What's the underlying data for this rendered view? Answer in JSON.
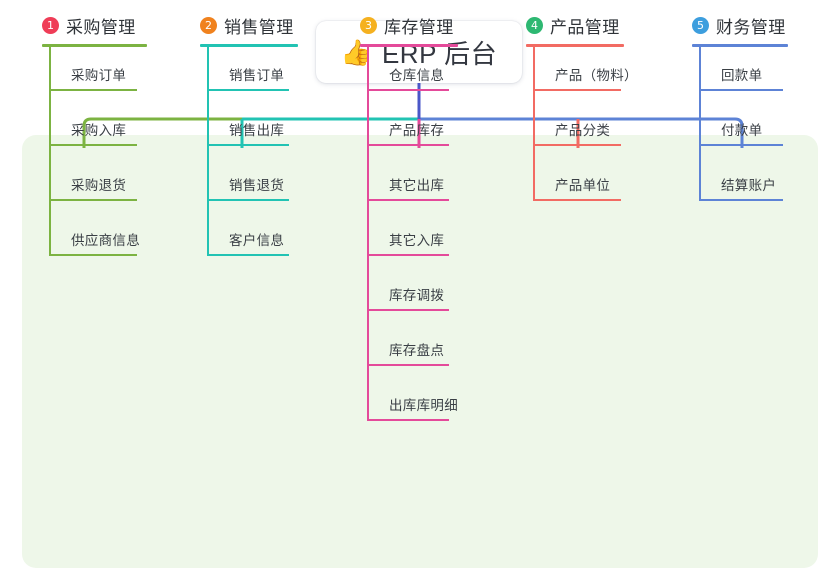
{
  "diagram": {
    "type": "mind-map",
    "root": {
      "icon": "thumbs-up-icon",
      "icon_glyph": "👍",
      "label": "ERP 后台"
    },
    "panel_color": "#eef7e9",
    "trunk_color": "#4a57c8",
    "branches": [
      {
        "index": "1",
        "label": "采购管理",
        "color": "#7cb342",
        "badge_color": "#ef3d57",
        "children": [
          "采购订单",
          "采购入库",
          "采购退货",
          "供应商信息"
        ]
      },
      {
        "index": "2",
        "label": "销售管理",
        "color": "#22c3b3",
        "badge_color": "#f0821e",
        "children": [
          "销售订单",
          "销售出库",
          "销售退货",
          "客户信息"
        ]
      },
      {
        "index": "3",
        "label": "库存管理",
        "color": "#e44a9a",
        "badge_color": "#f5b120",
        "children": [
          "仓库信息",
          "产品库存",
          "其它出库",
          "其它入库",
          "库存调拨",
          "库存盘点",
          "出库库明细"
        ]
      },
      {
        "index": "4",
        "label": "产品管理",
        "color": "#f26b63",
        "badge_color": "#2eb872",
        "children": [
          "产品（物料）",
          "产品分类",
          "产品单位"
        ]
      },
      {
        "index": "5",
        "label": "财务管理",
        "color": "#5d83d6",
        "badge_color": "#3d9ede",
        "children": [
          "回款单",
          "付款单",
          "结算账户"
        ]
      }
    ]
  }
}
